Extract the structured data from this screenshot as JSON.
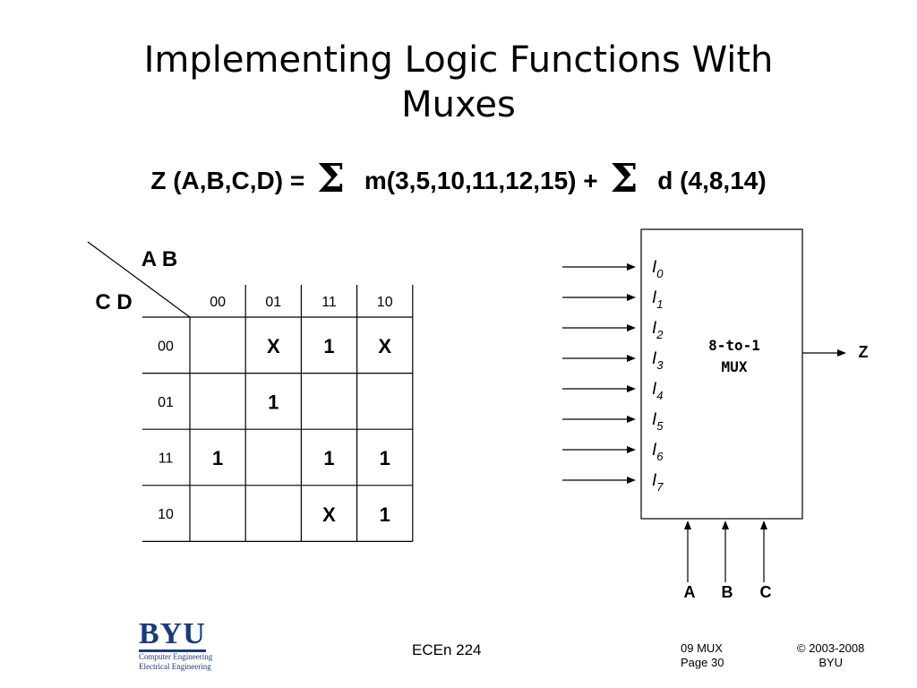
{
  "slide": {
    "title_line1": "Implementing Logic Functions With",
    "title_line2": "Muxes"
  },
  "equation": {
    "lhs": "Z (A,B,C,D) =",
    "sigma1": "Σ",
    "minterms": "m(3,5,10,11,12,15) +",
    "sigma2": "Σ",
    "dontcares": "d (4,8,14)"
  },
  "kmap": {
    "row_var_label": "A B",
    "col_var_label": "C D",
    "col_headers": [
      "00",
      "01",
      "11",
      "10"
    ],
    "row_headers": [
      "00",
      "01",
      "11",
      "10"
    ],
    "cells": [
      [
        "",
        "X",
        "1",
        "X"
      ],
      [
        "",
        "1",
        "",
        ""
      ],
      [
        "1",
        "",
        "1",
        "1"
      ],
      [
        "",
        "",
        "X",
        "1"
      ]
    ]
  },
  "mux": {
    "label_line1": "8-to-1",
    "label_line2": "MUX",
    "inputs": [
      "0",
      "1",
      "2",
      "3",
      "4",
      "5",
      "6",
      "7"
    ],
    "input_prefix": "I",
    "output": "Z",
    "selects": [
      "A",
      "B",
      "C"
    ]
  },
  "footer": {
    "logo_text": "BYU",
    "logo_line1": "Computer Engineering",
    "logo_line2": "Electrical Engineering",
    "course": "ECEn 224",
    "topic": "09 MUX",
    "page": "Page 30",
    "copyright": "© 2003-2008",
    "org": "BYU"
  }
}
